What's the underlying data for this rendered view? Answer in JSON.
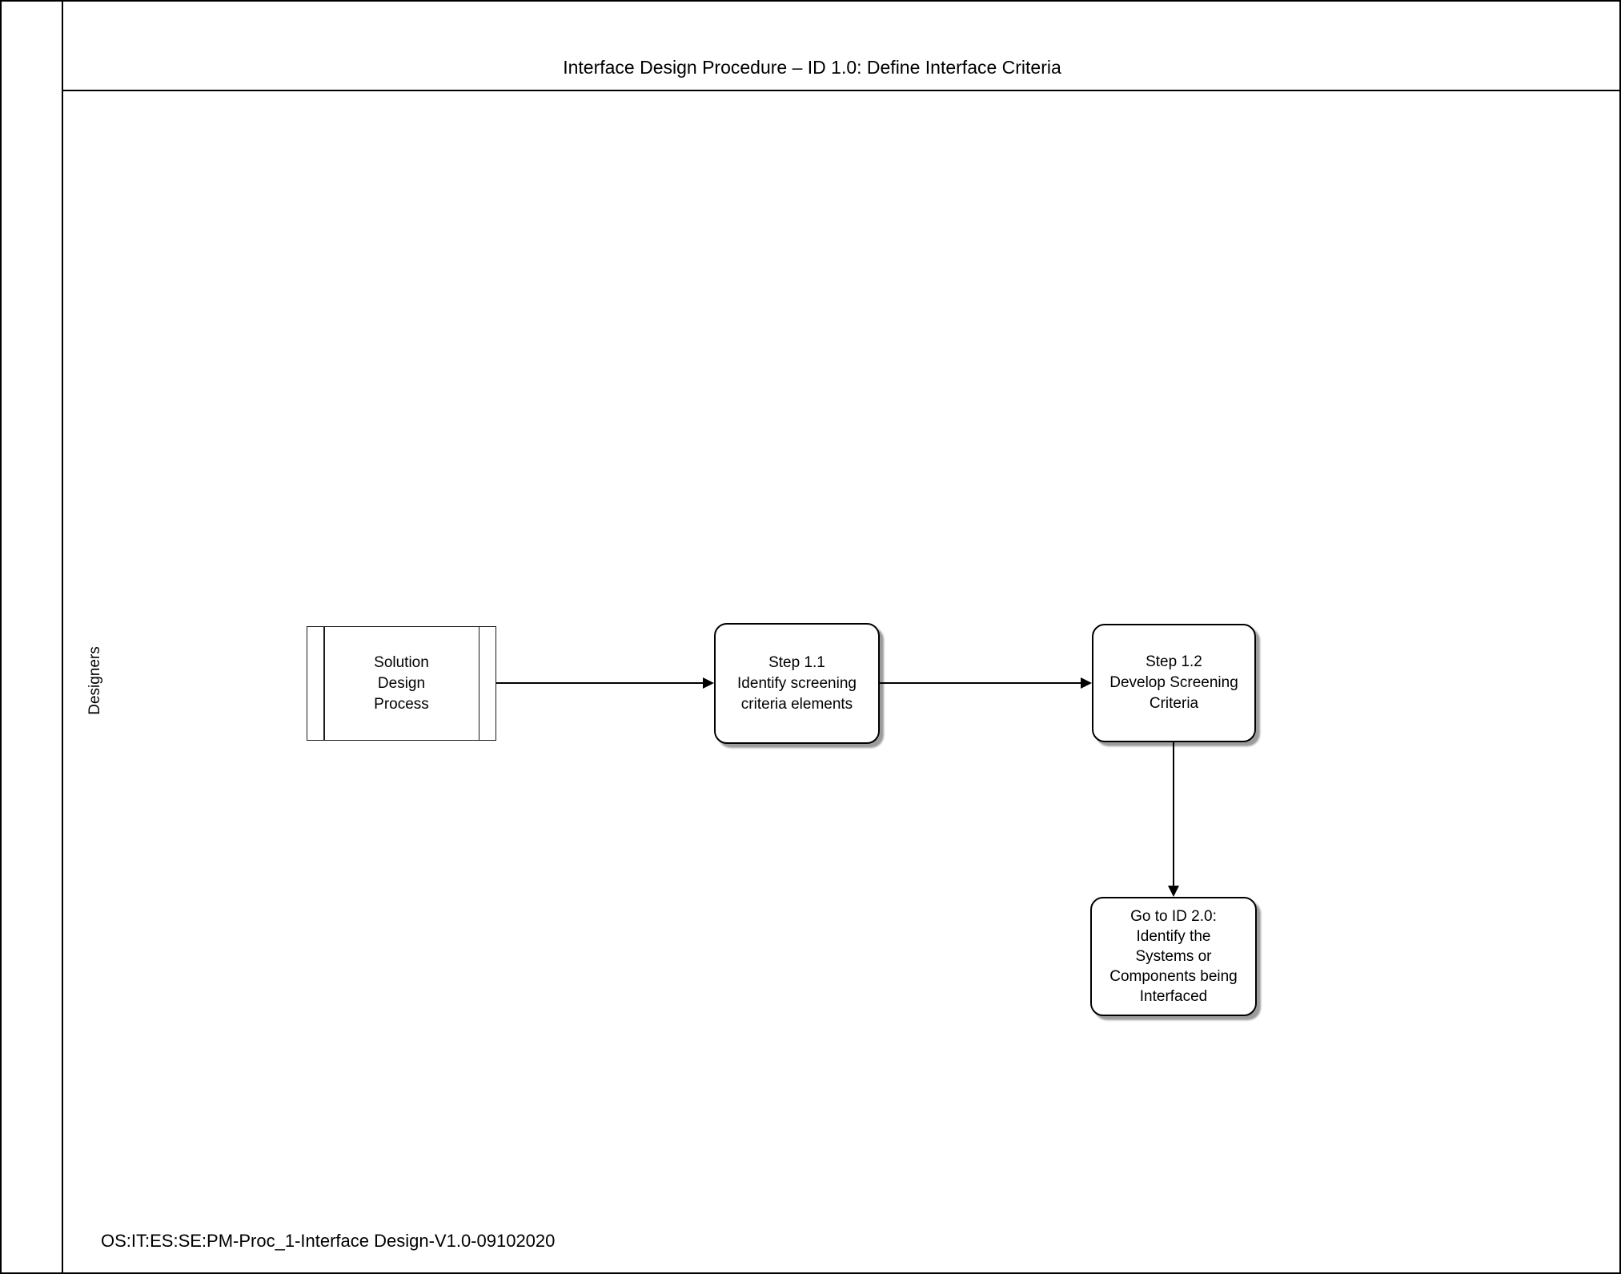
{
  "header": {
    "title": "Interface Design Procedure – ID 1.0: Define Interface Criteria"
  },
  "lane": {
    "label": "Designers"
  },
  "nodes": {
    "solution": {
      "type": "predefined-process",
      "label": "Solution\nDesign\nProcess"
    },
    "step11": {
      "type": "process-step",
      "label": "Step 1.1\nIdentify screening\ncriteria elements"
    },
    "step12": {
      "type": "process-step",
      "label": "Step 1.2\nDevelop Screening\nCriteria"
    },
    "goto": {
      "type": "off-page-reference",
      "label": "Go to ID 2.0:\nIdentify the\nSystems or\nComponents being\nInterfaced"
    }
  },
  "edges": [
    {
      "from": "solution",
      "to": "step11",
      "direction": "right"
    },
    {
      "from": "step11",
      "to": "step12",
      "direction": "right"
    },
    {
      "from": "step12",
      "to": "goto",
      "direction": "down"
    }
  ],
  "footer": {
    "doc_id": "OS:IT:ES:SE:PM-Proc_1-Interface Design-V1.0-09102020"
  },
  "colors": {
    "line": "#000000",
    "background": "#ffffff",
    "shadow": "#9c9c9c"
  }
}
